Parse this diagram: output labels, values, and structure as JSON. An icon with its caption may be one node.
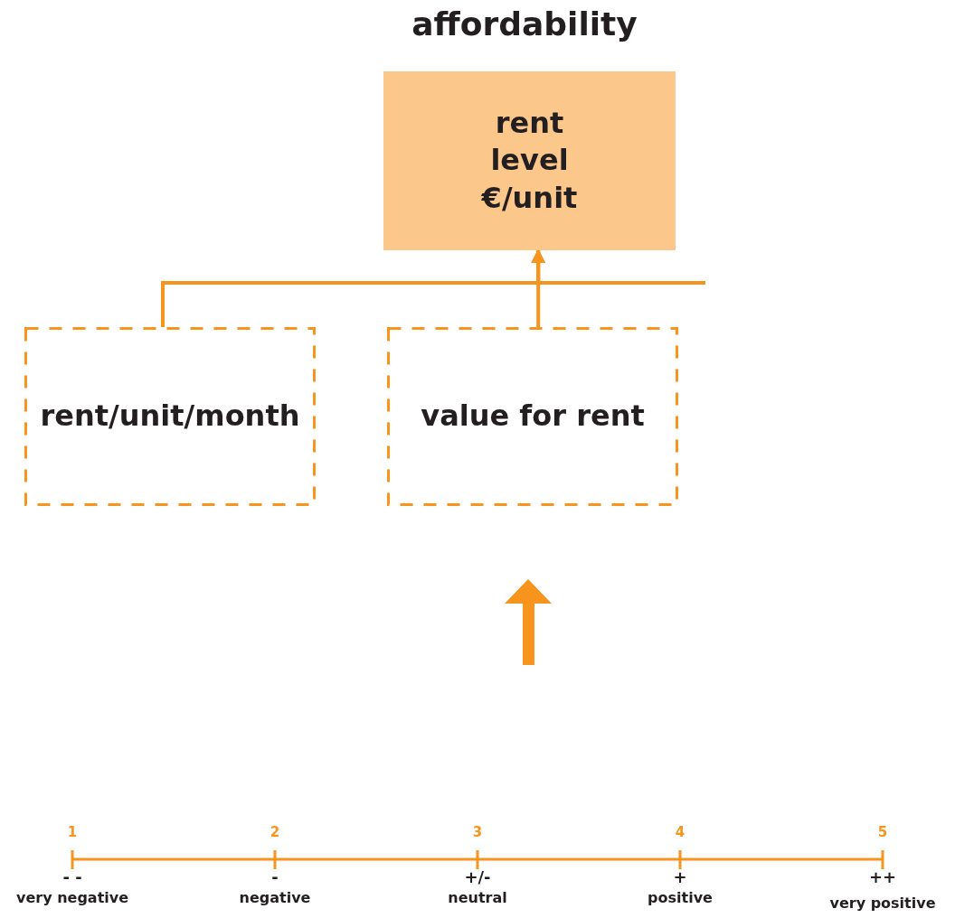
{
  "diagram": {
    "title": "affordability",
    "nodes": [
      {
        "text": [
          "rent level €/unit"
        ]
      },
      {
        "text": [
          "rent/unit/month"
        ]
      },
      {
        "text": [
          "value for rent"
        ]
      }
    ],
    "edges": [
      {
        "from": 1,
        "to": 0,
        "arrow": "to"
      },
      {
        "from": 2,
        "to": 0,
        "arrow": "to"
      },
      {
        "from": null,
        "to": 0,
        "arrow": "to"
      }
    ],
    "labels": [
      "1",
      "2",
      "3",
      "4",
      "5",
      "- -",
      "-",
      "+/-",
      "+",
      "++",
      "very negative",
      "negative",
      "neutral",
      "positive",
      "very positive"
    ]
  }
}
